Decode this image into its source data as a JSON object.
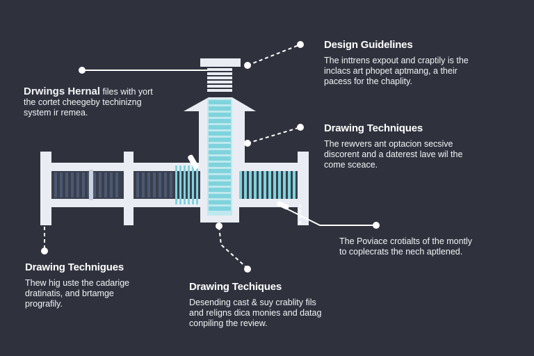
{
  "colors": {
    "background": "#2f323d",
    "pipe_white": "#e9edf3",
    "fin_dark": "#4b5872",
    "accent_cyan": "#7fd3dc",
    "text": "#ffffff"
  },
  "callouts": {
    "design_guidelines": {
      "title": "Design Guidelines",
      "lines": [
        "The inttrens expout and craptily is the",
        "inclacs art phopet aptmang, a their",
        "pacess for the chaplity."
      ]
    },
    "drawing_techniques_right": {
      "title": "Drawing Techniques",
      "lines": [
        "The rewvers ant optacion secsive",
        "discorent and a daterest lave wil the",
        "come sceace."
      ]
    },
    "hernal_files": {
      "title": "Drwings Hernal",
      "lines": [
        "files with yort",
        "the cortet cheegeby techinizng",
        "system ir remea."
      ]
    },
    "bottom_right": {
      "lines": [
        "The Poviace crotialts of the montly",
        "to coplecrats the nech aptlened."
      ]
    },
    "drawing_techniques_left": {
      "title": "Drawing Technigues",
      "lines": [
        "Thew hig uste the cadarige",
        "dratinatis, and brtamge",
        "prografily."
      ]
    },
    "drawing_techiques_mid": {
      "title": "Drawing Techiques",
      "lines": [
        "Desending cast & suy crablity fils",
        "and religns dica monies and datag",
        "conpiling the review."
      ]
    }
  }
}
